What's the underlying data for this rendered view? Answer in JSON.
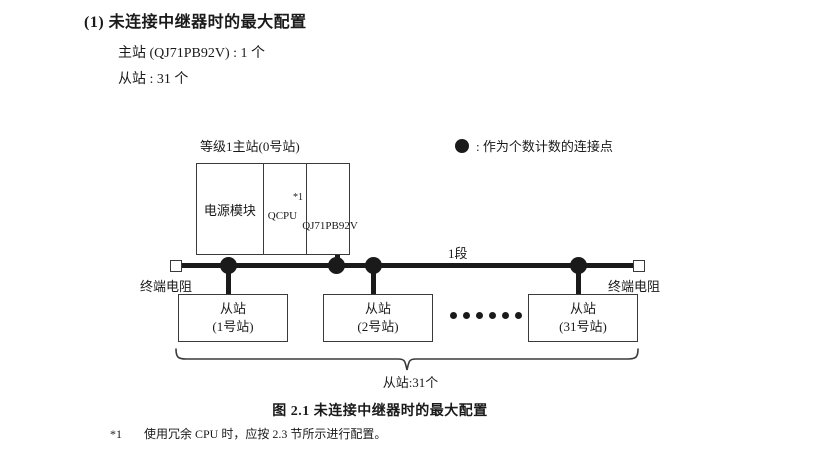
{
  "heading": "(1) 未连接中继器时的最大配置",
  "specs": {
    "master": "主站 (QJ71PB92V) : 1 个",
    "slave": "从站 : 31 个"
  },
  "legend": {
    "symbol": "filled-circle",
    "text": ": 作为个数计数的连接点"
  },
  "diagram": {
    "master_label": "等级1主站(0号站)",
    "module_cells": {
      "power": "电源模块",
      "cpu": "QCPU",
      "cpu_footnote_mark": "*1",
      "network_line1": "QJ71",
      "network_line2": "PB92V"
    },
    "segment_label": "1段",
    "terminator_left": "终端电阻",
    "terminator_right": "终端电阻",
    "slaves": [
      {
        "name": "从站",
        "station": "(1号站)"
      },
      {
        "name": "从站",
        "station": "(2号站)"
      },
      {
        "name": "从站",
        "station": "(31号站)"
      }
    ],
    "ellipsis_dots": 6,
    "brace_label": "从站:31个"
  },
  "caption": "图 2.1  未连接中继器时的最大配置",
  "footnote": {
    "mark": "*1",
    "text": "使用冗余 CPU 时，应按 2.3 节所示进行配置。"
  },
  "colors": {
    "ink": "#1a1a1a",
    "stroke": "#3a3a3a",
    "background": "#ffffff"
  }
}
